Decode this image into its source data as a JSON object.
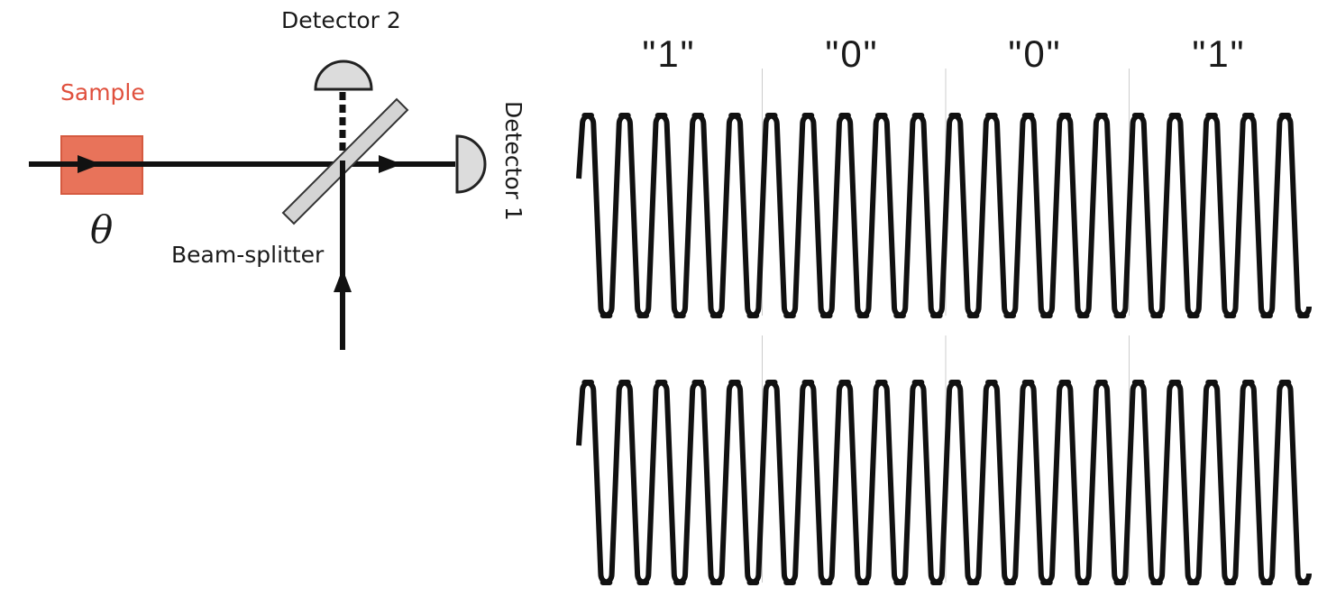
{
  "labels": {
    "sample": "Sample",
    "theta": "θ",
    "beam_splitter": "Beam-splitter",
    "detector1": "Detector 1",
    "detector2": "Detector 2"
  },
  "bits": [
    "\"1\"",
    "\"0\"",
    "\"0\"",
    "\"1\""
  ],
  "colors": {
    "sample_fill": "#e8735a",
    "sample_stroke": "#d55a40",
    "sample_text": "#e0503d",
    "detector_fill": "#dcdcdc",
    "splitter_fill": "#d4d4d4",
    "ink": "#111111"
  }
}
